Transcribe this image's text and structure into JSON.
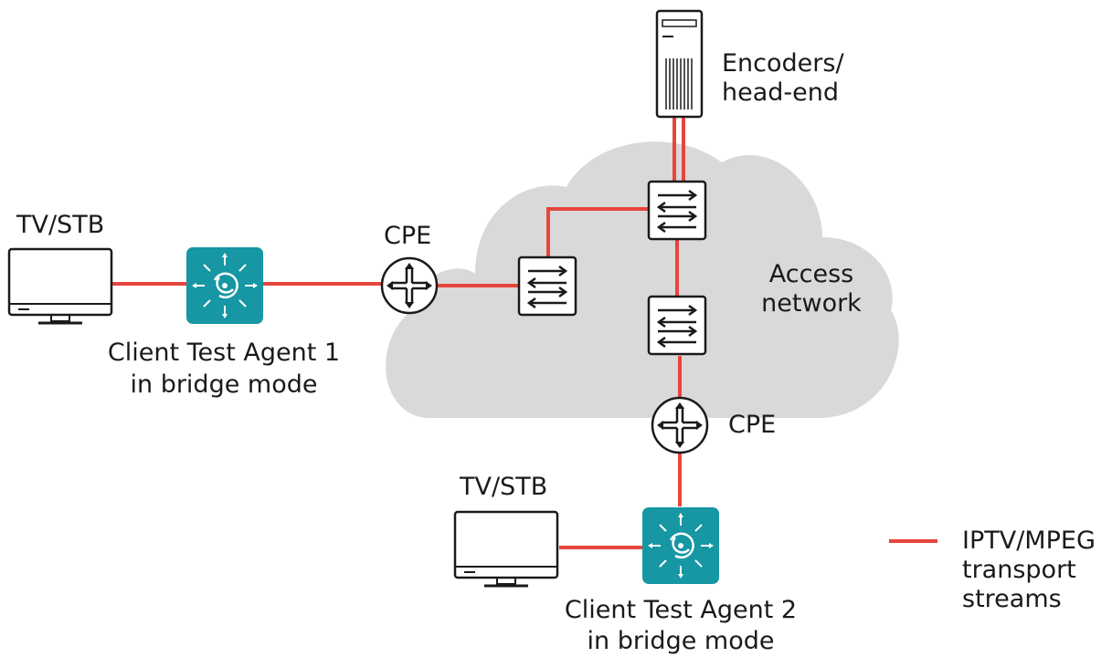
{
  "diagram": {
    "encoders": {
      "label_line1": "Encoders/",
      "label_line2": "head-end"
    },
    "access_network": {
      "label_line1": "Access",
      "label_line2": "network"
    },
    "left_tv": {
      "label": "TV/STB"
    },
    "bottom_tv": {
      "label": "TV/STB"
    },
    "cpe_left": {
      "label": "CPE"
    },
    "cpe_bottom": {
      "label": "CPE"
    },
    "agent_1": {
      "label_line1": "Client Test Agent 1",
      "label_line2": "in bridge mode"
    },
    "agent_2": {
      "label_line1": "Client Test Agent 2",
      "label_line2": "in bridge mode"
    }
  },
  "legend": {
    "stream_label_line1": "IPTV/MPEG",
    "stream_label_line2": "transport",
    "stream_label_line3": "streams",
    "stream_color": "#e8453c"
  },
  "colors": {
    "link": "#e8453c",
    "cloud": "#d9d9d9",
    "agent": "#1796a3",
    "device_stroke": "#1a1a1a"
  }
}
